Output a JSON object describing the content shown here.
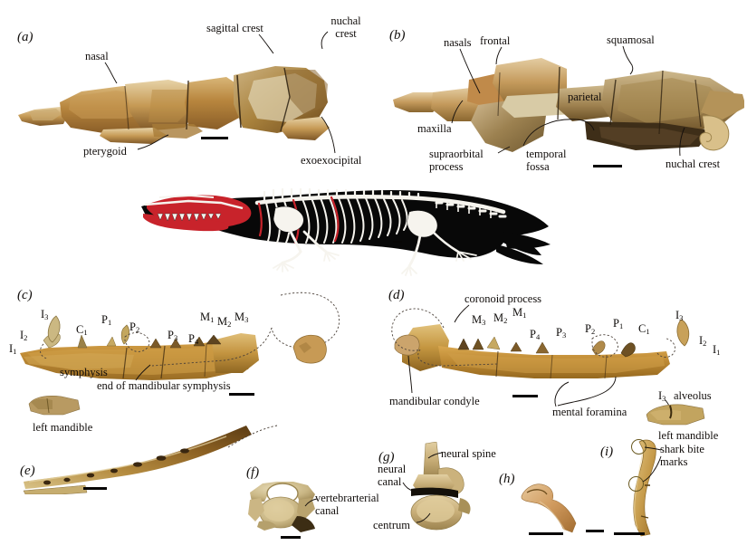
{
  "figure": {
    "type": "scientific-plate",
    "subject": "fossil archaeocete whale cranial, mandibular and postcranial elements",
    "background": "#ffffff"
  },
  "panels": [
    {
      "id": "a",
      "label": "(a)",
      "annotations": [
        {
          "name": "nasal",
          "text": "nasal"
        },
        {
          "name": "sagittal-crest",
          "text": "sagittal crest"
        },
        {
          "name": "nuchal-crest",
          "text": "nuchal\ncrest"
        },
        {
          "name": "pterygoid",
          "text": "pterygoid"
        },
        {
          "name": "exoexocipital",
          "text": "exoexocipital"
        }
      ]
    },
    {
      "id": "b",
      "label": "(b)",
      "annotations": [
        {
          "name": "nasals",
          "text": "nasals"
        },
        {
          "name": "frontal",
          "text": "frontal"
        },
        {
          "name": "squamosal",
          "text": "squamosal"
        },
        {
          "name": "parietal",
          "text": "parietal"
        },
        {
          "name": "maxilla",
          "text": "maxilla"
        },
        {
          "name": "supraorbital-process",
          "text": "supraorbital\nprocess"
        },
        {
          "name": "temporal-fossa",
          "text": "temporal\nfossa"
        },
        {
          "name": "nuchal-crest",
          "text": "nuchal crest"
        }
      ]
    },
    {
      "id": "c",
      "label": "(c)",
      "annotations": [
        {
          "name": "symphysis",
          "text": "symphysis"
        },
        {
          "name": "end-of-mandibular-symphysis",
          "text": "end of mandibular symphysis"
        },
        {
          "name": "left-mandible",
          "text": "left mandible"
        }
      ],
      "teeth": [
        "I1",
        "I2",
        "I3",
        "C1",
        "P1",
        "P2",
        "P3",
        "P4",
        "M1",
        "M2",
        "M3"
      ]
    },
    {
      "id": "d",
      "label": "(d)",
      "annotations": [
        {
          "name": "coronoid-process",
          "text": "coronoid process"
        },
        {
          "name": "mandibular-condyle",
          "text": "mandibular condyle"
        },
        {
          "name": "mental-foramina",
          "text": "mental foramina"
        },
        {
          "name": "i3-alveolus",
          "text": "alveolus"
        },
        {
          "name": "left-mandible",
          "text": "left mandible"
        }
      ],
      "teeth": [
        "M3",
        "M2",
        "M1",
        "P4",
        "P3",
        "P2",
        "P1",
        "C1",
        "I3",
        "I2",
        "I1"
      ]
    },
    {
      "id": "e",
      "label": "(e)",
      "annotations": []
    },
    {
      "id": "f",
      "label": "(f)",
      "annotations": [
        {
          "name": "vertebrarterial-canal",
          "text": "vertebrarterial\ncanal"
        }
      ]
    },
    {
      "id": "g",
      "label": "(g)",
      "annotations": [
        {
          "name": "neural-spine",
          "text": "neural spine"
        },
        {
          "name": "neural-canal",
          "text": "neural\ncanal"
        },
        {
          "name": "centrum",
          "text": "centrum"
        }
      ]
    },
    {
      "id": "h",
      "label": "(h)",
      "annotations": []
    },
    {
      "id": "i",
      "label": "(i)",
      "annotations": [
        {
          "name": "shark-bite-marks",
          "text": "shark bite\nmarks"
        }
      ]
    }
  ],
  "tooth_labels": {
    "I1": "I",
    "I2": "I",
    "I3": "I",
    "C1": "C",
    "P1": "P",
    "P2": "P",
    "P3": "P",
    "P4": "P",
    "M1": "M",
    "M2": "M",
    "M3": "M"
  },
  "tooth_sub": {
    "I1": "1",
    "I2": "2",
    "I3": "3",
    "C1": "1",
    "P1": "1",
    "P2": "2",
    "P3": "3",
    "P4": "4",
    "M1": "1",
    "M2": "2",
    "M3": "3"
  },
  "skeleton": {
    "name": "archaeocete-whale-skeletal-reconstruction",
    "silhouette_color": "#080808",
    "bone_color": "#f4f2ec",
    "preserved_color": "#c8232b",
    "preserved_elements": [
      "skull",
      "mandible",
      "anterior thoracic ribs",
      "mid thoracic rib"
    ]
  },
  "colors": {
    "bone_light": "#e3cfa4",
    "bone_mid": "#c79a55",
    "bone_tan": "#b6853d",
    "bone_dark": "#7d5628",
    "bone_brown": "#5c3c19",
    "enamel": "#cbb882",
    "scale_bar": "#080605",
    "label_text": "#110d0b",
    "leader": "#15100d",
    "dashed_outline": "#4c423a",
    "bite_circle": "#6b5a22"
  },
  "scale_bars": {
    "count": 9,
    "note": "solid black horizontal bars, one per specimen panel"
  }
}
